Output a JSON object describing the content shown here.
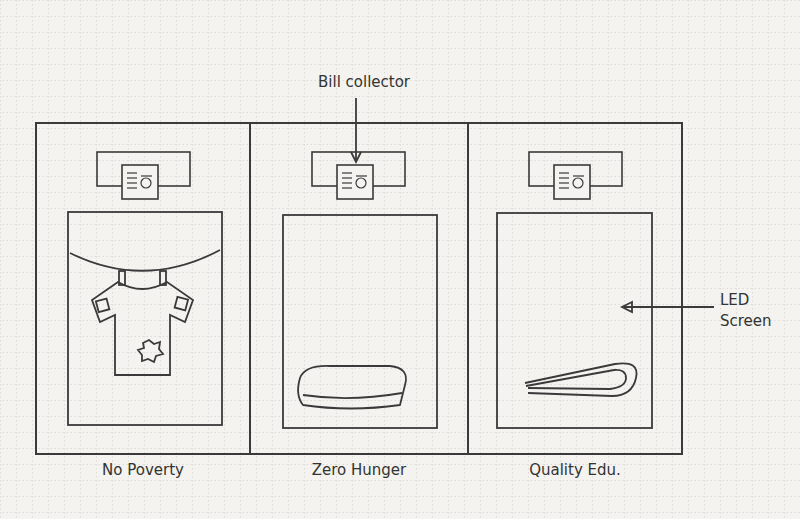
{
  "diagram": {
    "nodes": [
      {
        "text": [
          "No Poverty"
        ]
      },
      {
        "text": [
          "Zero Hunger"
        ]
      },
      {
        "text": [
          "Quality Edu."
        ]
      }
    ],
    "labels": [
      "Bill collector",
      "LED Screen"
    ]
  }
}
